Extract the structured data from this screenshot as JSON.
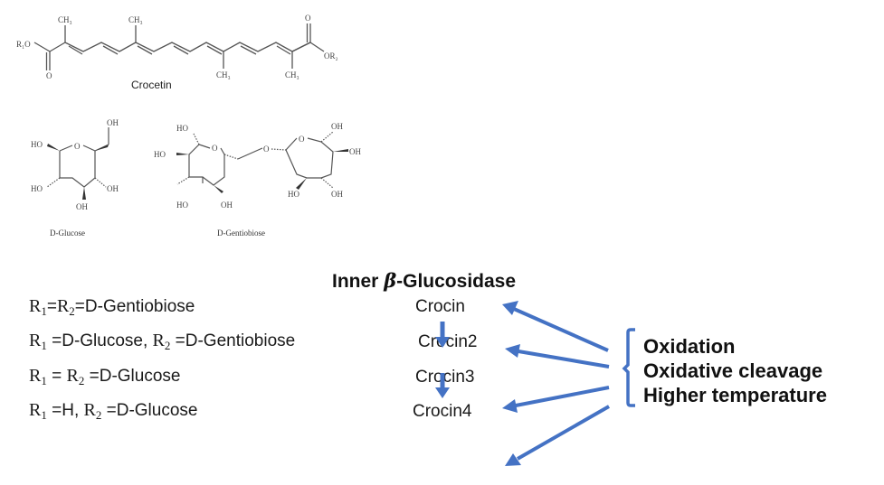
{
  "structures": {
    "crocetin": {
      "name": "Crocetin",
      "labels": {
        "r1": "R₁O",
        "or2": "OR₂",
        "o_bottom": "O",
        "o_top": "O",
        "ch3": "CH₃"
      }
    },
    "glucose": {
      "name": "D-Glucose",
      "labels": {
        "oh": "OH",
        "ho": "HO",
        "ring_o": "O"
      }
    },
    "gentiobiose": {
      "name": "D-Gentiobiose",
      "labels": {
        "oh": "OH",
        "ho": "HO",
        "ring_o": "O",
        "bridge_o": "O"
      }
    }
  },
  "enzyme": {
    "prefix": "Inner ",
    "beta": "β",
    "suffix": "-Glucosidase"
  },
  "rows": [
    {
      "r1": "R",
      "r1_sub": "1",
      "sep1": "=",
      "r2": "R",
      "r2_sub": "2",
      "rest": "=D-Gentiobiose",
      "product": "Crocin"
    },
    {
      "r1": "R",
      "r1_sub": "1",
      "sep1": " =D-Glucose, ",
      "r2": "R",
      "r2_sub": "2",
      "rest": " =D-Gentiobiose",
      "product": "Crocin2"
    },
    {
      "r1": "R",
      "r1_sub": "1",
      "sep1": " = ",
      "r2": "R",
      "r2_sub": "2",
      "rest": " =D-Glucose",
      "product": "Crocin3"
    },
    {
      "r1": "R",
      "r1_sub": "1",
      "sep1": " =H, ",
      "r2": "R",
      "r2_sub": "2",
      "rest": " =D-Glucose",
      "product": "Crocin4"
    }
  ],
  "factors": [
    "Oxidation",
    "Oxidative cleavage",
    "Higher temperature"
  ],
  "colors": {
    "arrow": "#4472C4",
    "structure_line": "#555555",
    "text": "#111111"
  }
}
